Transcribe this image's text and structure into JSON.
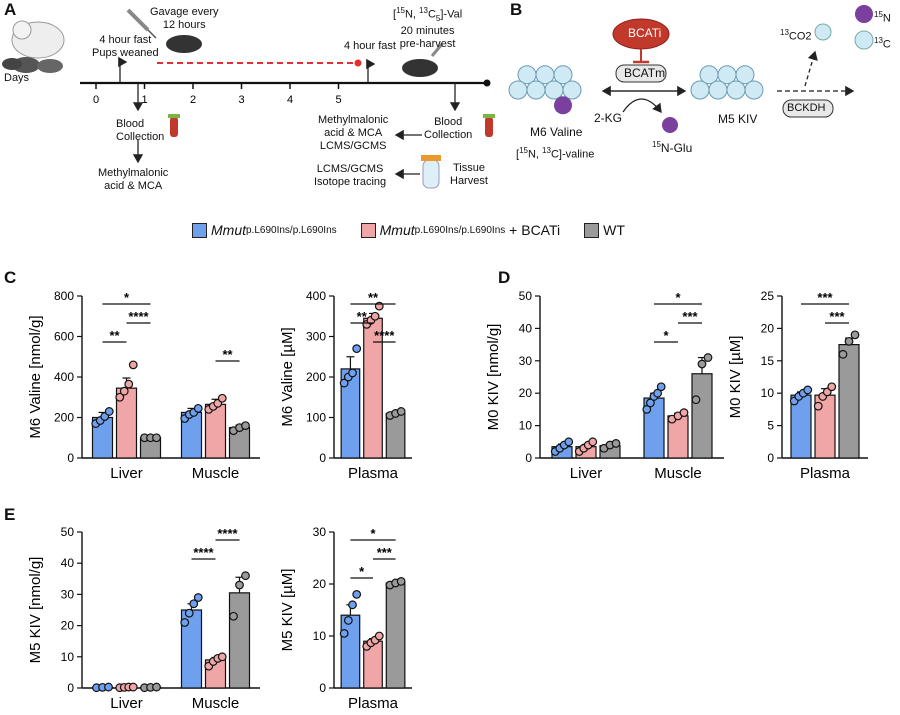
{
  "panels": {
    "a": "A",
    "b": "B",
    "c": "C",
    "d": "D",
    "e": "E"
  },
  "colors": {
    "mut": "#6fa0ee",
    "bcati": "#f0a6a6",
    "wt": "#9a9a9a",
    "n15": "#7b3f9e",
    "c13": "#cfe9f5",
    "red": "#e03030"
  },
  "timeline": {
    "days_label": "Days",
    "ticks": [
      "0",
      "1",
      "2",
      "3",
      "4",
      "5"
    ],
    "fast1": [
      "4 hour fast",
      "Pups weaned"
    ],
    "gavage": [
      "Gavage every",
      "12 hours"
    ],
    "fast2": "4 hour fast",
    "tracer": [
      "[15N, 13C5]-Val",
      "20 minutes",
      "pre-harvest"
    ],
    "blood1": [
      "Blood",
      "Collection"
    ],
    "mma1": [
      "Methylmalonic",
      "acid & MCA"
    ],
    "blood2": [
      "Blood",
      "Collection"
    ],
    "mma2": [
      "Methylmalonic",
      "acid & MCA",
      "LCMS/GCMS"
    ],
    "tissue": [
      "Tissue",
      "Harvest"
    ],
    "isotope": [
      "LCMS/GCMS",
      "Isotope tracing"
    ]
  },
  "pathway": {
    "bcati": "BCATi",
    "bcatm": "BCATm",
    "m6": "M6 Valine",
    "m6_sub": "[15N, 13C]-valine",
    "kg": "2-KG",
    "glu": "15N-Glu",
    "m5": "M5 KIV",
    "bckdh": "BCKDH",
    "co2": "13CO2",
    "legend_n": "15N",
    "legend_c": "13C"
  },
  "legend": {
    "mut_gene": "Mmut",
    "mut_sup": "p.L690Ins/p.L690Ins",
    "bcati_gene": "Mmut",
    "bcati_sup": "p.L690Ins/p.L690Ins",
    "bcati_suffix": "+ BCATi",
    "wt": "WT"
  },
  "chart_data": [
    {
      "id": "c_tissue",
      "type": "bar",
      "ylabel": "M6 Valine [nmol/g]",
      "ylim": [
        0,
        800
      ],
      "yticks": [
        0,
        200,
        400,
        600,
        800
      ],
      "categories": [
        "Liver",
        "Muscle"
      ],
      "series": [
        {
          "values": [
            200,
            225
          ],
          "err": [
            25,
            20
          ],
          "points": [
            [
              170,
              185,
              205,
              230
            ],
            [
              195,
              215,
              225,
              245
            ]
          ]
        },
        {
          "values": [
            345,
            265
          ],
          "err": [
            50,
            25
          ],
          "points": [
            [
              300,
              330,
              365,
              460
            ],
            [
              240,
              255,
              270,
              295
            ]
          ]
        },
        {
          "values": [
            100,
            150
          ],
          "err": [
            5,
            12
          ],
          "points": [
            [
              100,
              100,
              100
            ],
            [
              135,
              150,
              160
            ]
          ]
        }
      ],
      "sig": [
        "*",
        "**",
        "****",
        "**"
      ]
    },
    {
      "id": "c_plasma",
      "type": "bar",
      "ylabel": "M6 Valine [µM]",
      "ylim": [
        0,
        400
      ],
      "yticks": [
        0,
        100,
        200,
        300,
        400
      ],
      "categories": [
        "Plasma"
      ],
      "series": [
        {
          "values": [
            220
          ],
          "err": [
            30
          ],
          "points": [
            [
              185,
              200,
              210,
              270
            ]
          ]
        },
        {
          "values": [
            345
          ],
          "err": [
            12
          ],
          "points": [
            [
              330,
              340,
              350,
              375
            ]
          ]
        },
        {
          "values": [
            110
          ],
          "err": [
            5
          ],
          "points": [
            [
              105,
              110,
              115
            ]
          ]
        }
      ],
      "sig": [
        "**",
        "**",
        "****"
      ]
    },
    {
      "id": "d_tissue",
      "type": "bar",
      "ylabel": "M0 KIV [nmol/g]",
      "ylim": [
        0,
        50
      ],
      "yticks": [
        0,
        10,
        20,
        30,
        40,
        50
      ],
      "categories": [
        "Liver",
        "Muscle"
      ],
      "series": [
        {
          "values": [
            3.5,
            18.5
          ],
          "err": [
            0.8,
            1.5
          ],
          "points": [
            [
              2,
              3,
              4,
              5
            ],
            [
              15,
              17,
              19,
              20,
              22
            ]
          ]
        },
        {
          "values": [
            3.5,
            13
          ],
          "err": [
            0.7,
            0.8
          ],
          "points": [
            [
              2,
              3,
              4,
              5
            ],
            [
              12,
              13,
              14
            ]
          ]
        },
        {
          "values": [
            3.8,
            26
          ],
          "err": [
            0.5,
            5
          ],
          "points": [
            [
              3,
              4,
              4.5
            ],
            [
              18,
              29,
              31
            ]
          ]
        }
      ],
      "sig": [
        "*",
        "*",
        "***"
      ]
    },
    {
      "id": "d_plasma",
      "type": "bar",
      "ylabel": "M0 KIV [µM]",
      "ylim": [
        0,
        25
      ],
      "yticks": [
        0,
        5,
        10,
        15,
        20,
        25
      ],
      "categories": [
        "Plasma"
      ],
      "series": [
        {
          "values": [
            9.7
          ],
          "err": [
            0.5
          ],
          "points": [
            [
              8.8,
              9.5,
              10,
              10.5
            ]
          ]
        },
        {
          "values": [
            9.7
          ],
          "err": [
            1
          ],
          "points": [
            [
              8,
              9.5,
              10.2,
              11
            ]
          ]
        },
        {
          "values": [
            17.5
          ],
          "err": [
            1
          ],
          "points": [
            [
              16,
              18,
              19
            ]
          ]
        }
      ],
      "sig": [
        "***",
        "***"
      ]
    },
    {
      "id": "e_tissue",
      "type": "bar",
      "ylabel": "M5 KIV [nmol/g]",
      "ylim": [
        0,
        50
      ],
      "yticks": [
        0,
        10,
        20,
        30,
        40,
        50
      ],
      "categories": [
        "Liver",
        "Muscle"
      ],
      "series": [
        {
          "values": [
            0.2,
            25
          ],
          "err": [
            0.1,
            2
          ],
          "points": [
            [
              0.1,
              0.2,
              0.3
            ],
            [
              21,
              24,
              27,
              29
            ]
          ]
        },
        {
          "values": [
            0.2,
            9
          ],
          "err": [
            0.1,
            0.8
          ],
          "points": [
            [
              0.1,
              0.2,
              0.3,
              0.3
            ],
            [
              7,
              8.5,
              9.5,
              10
            ]
          ]
        },
        {
          "values": [
            0.2,
            30.5
          ],
          "err": [
            0.1,
            5
          ],
          "points": [
            [
              0.1,
              0.2,
              0.3
            ],
            [
              23,
              33,
              36
            ]
          ]
        }
      ],
      "sig": [
        "****",
        "****"
      ]
    },
    {
      "id": "e_plasma",
      "type": "bar",
      "ylabel": "M5 KIV [µM]",
      "ylim": [
        0,
        30
      ],
      "yticks": [
        0,
        10,
        20,
        30
      ],
      "categories": [
        "Plasma"
      ],
      "series": [
        {
          "values": [
            14
          ],
          "err": [
            2
          ],
          "points": [
            [
              10.5,
              13,
              16,
              18
            ]
          ]
        },
        {
          "values": [
            9
          ],
          "err": [
            0.5
          ],
          "points": [
            [
              8,
              8.7,
              9.2,
              10
            ]
          ]
        },
        {
          "values": [
            20.2
          ],
          "err": [
            0.3
          ],
          "points": [
            [
              19.8,
              20.2,
              20.5
            ]
          ]
        }
      ],
      "sig": [
        "*",
        "*",
        "***"
      ]
    }
  ]
}
